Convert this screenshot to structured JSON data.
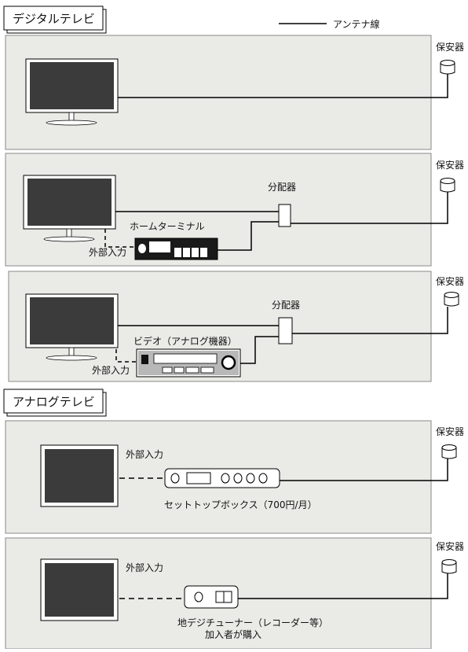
{
  "legend": {
    "antenna_line": "アンテナ線"
  },
  "sections": {
    "digital": "デジタルテレビ",
    "analog": "アナログテレビ"
  },
  "labels": {
    "protector": "保安器",
    "splitter": "分配器",
    "external_input": "外部入力",
    "home_terminal": "ホームターミナル",
    "video_device": "ビデオ（アナログ機器）",
    "set_top_box": "セットトップボックス（700円/月）",
    "tuner_line1": "地デジチューナー（レコーダー等）",
    "tuner_line2": "加入者が購入"
  },
  "colors": {
    "panel_bg": "#eaeae6",
    "panel_border": "#8a8a8a",
    "screen": "#3b3b3b",
    "line": "#000000"
  }
}
